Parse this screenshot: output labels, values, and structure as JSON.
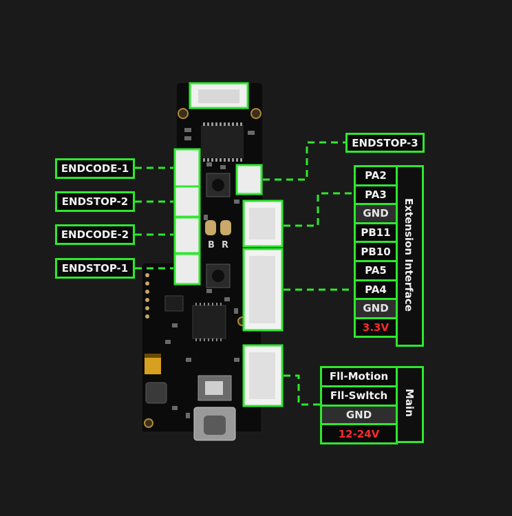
{
  "left_labels": [
    {
      "id": "endcode-1",
      "text": "ENDCODE-1"
    },
    {
      "id": "endstop-2",
      "text": "ENDSTOP-2"
    },
    {
      "id": "endcode-2",
      "text": "ENDCODE-2"
    },
    {
      "id": "endstop-1",
      "text": "ENDSTOP-1"
    }
  ],
  "top_right_label": {
    "text": "ENDSTOP-3"
  },
  "extension": {
    "title": "Extension Interface",
    "pins": [
      {
        "text": "PA2",
        "style": "dark"
      },
      {
        "text": "PA3",
        "style": "dark"
      },
      {
        "text": "GND",
        "style": "gray"
      },
      {
        "text": "PB11",
        "style": "dark"
      },
      {
        "text": "PB10",
        "style": "dark"
      },
      {
        "text": "PA5",
        "style": "dark"
      },
      {
        "text": "PA4",
        "style": "dark"
      },
      {
        "text": "GND",
        "style": "gray"
      },
      {
        "text": "3.3V",
        "style": "red"
      }
    ]
  },
  "main": {
    "title": "Main",
    "pins": [
      {
        "text": "Fll-Motion",
        "style": "dark"
      },
      {
        "text": "Fll-Swltch",
        "style": "dark"
      },
      {
        "text": "GND",
        "style": "gray"
      },
      {
        "text": "12-24V",
        "style": "red"
      }
    ]
  },
  "board": {
    "silkscreen_b": "B",
    "silkscreen_r": "R"
  },
  "colors": {
    "background": "#1a1a1a",
    "highlight": "#2ee82e",
    "power": "#ff2a2a",
    "ground_cell": "#2e2e2e"
  }
}
